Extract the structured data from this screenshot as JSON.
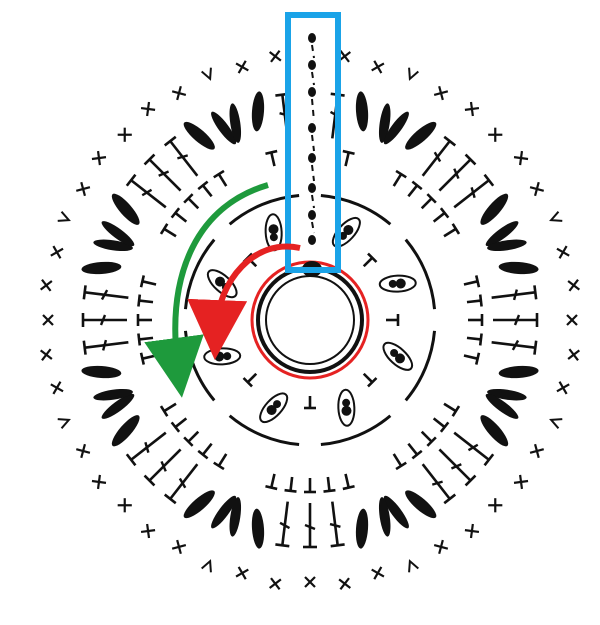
{
  "diagram": {
    "symbols": {
      "sc": "single-crochet-x-symbol",
      "hdc": "half-double-crochet-t-symbol",
      "dc": "double-crochet-symbol",
      "puff": "puff-stitch-symbol",
      "inc": "increase-v-symbol",
      "chain": "chain-dot-symbol",
      "slip": "slip-stitch-dot-symbol"
    },
    "colors": {
      "ink": "#111111",
      "highlight": "#1aa3e8",
      "start_arrow": "#e52222",
      "round_arrow": "#1e9a3c",
      "ring_outline": "#e52222"
    },
    "annotations": {
      "highlight_box": "starting-chain-highlight",
      "red_arrow": "working-direction-arrow",
      "green_arrow": "next-round-arrow"
    }
  }
}
